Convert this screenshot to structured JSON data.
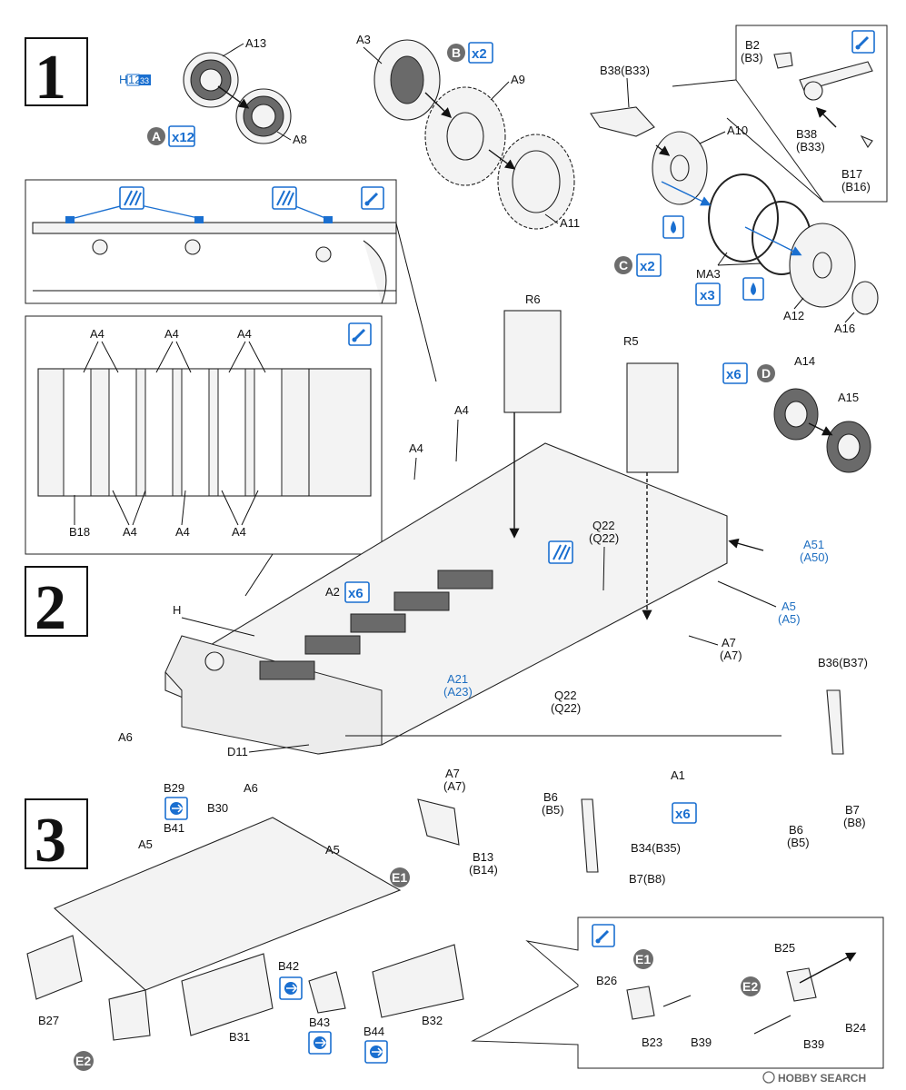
{
  "steps": {
    "s1": "1",
    "s2": "2",
    "s3": "3"
  },
  "labels": {
    "a13": "A13",
    "a8": "A8",
    "a3": "A3",
    "a9": "A9",
    "a11": "A11",
    "b38_b33": "B38(B33)",
    "b2": "B2",
    "b3": "(B3)",
    "b38": "B38",
    "b33": "(B33)",
    "b17": "B17",
    "b16": "(B16)",
    "a10": "A10",
    "ma3": "MA3",
    "a12": "A12",
    "a16": "A16",
    "r6": "R6",
    "r5": "R5",
    "a14": "A14",
    "a15": "A15",
    "a4_top1": "A4",
    "a4_top2": "A4",
    "a4_top3": "A4",
    "a4_bot1": "A4",
    "a4_bot2": "A4",
    "a4_bot3": "A4",
    "b18": "B18",
    "a4_hull1": "A4",
    "a4_hull2": "A4",
    "q22_top": "Q22",
    "q22_top_p": "(Q22)",
    "a51": "A51",
    "a50": "(A50)",
    "a5_blue": "A5",
    "a5_blue_p": "(A5)",
    "a2": "A2",
    "h": "H",
    "a7_r": "A7",
    "a7_r_p": "(A7)",
    "b36_b37": "B36(B37)",
    "a21": "A21",
    "a23": "(A23)",
    "q22_mid": "Q22",
    "q22_mid_p": "(Q22)",
    "a6_top": "A6",
    "d11": "D11",
    "a7_mid": "A7",
    "a7_mid_p": "(A7)",
    "b6_mid": "B6",
    "b5_mid": "(B5)",
    "a1": "A1",
    "b6_r": "B6",
    "b5_r": "(B5)",
    "b7_r": "B7",
    "b8_r": "(B8)",
    "b29": "B29",
    "b30": "B30",
    "a6_mid": "A6",
    "b41": "B41",
    "a5_s3a": "A5",
    "a5_s3b": "A5",
    "e1": "E1",
    "b13": "B13",
    "b14": "(B14)",
    "b34_b35": "B34(B35)",
    "b7_b8": "B7(B8)",
    "b42": "B42",
    "b27": "B27",
    "e2": "E2",
    "b31": "B31",
    "b43": "B43",
    "b44": "B44",
    "b32": "B32",
    "e1_box": "E1",
    "b26": "B26",
    "b23": "B23",
    "b39_a": "B39",
    "b25": "B25",
    "e2_box": "E2",
    "b24": "B24",
    "b39_b": "B39",
    "hull_code_h": "H",
    "hull_code_12": "12",
    "hull_code_33": "33"
  },
  "badges": {
    "circle_a": "A",
    "qty_a": "x12",
    "circle_b": "B",
    "qty_b": "x2",
    "circle_c": "C",
    "qty_c": "x2",
    "qty_ma3": "x3",
    "qty_d": "x6",
    "circle_d": "D",
    "qty_a2": "x6",
    "qty_a1": "x6"
  },
  "watermark": "HOBBY SEARCH",
  "colors": {
    "accent_blue": "#1a6fd0",
    "label_blue": "#1f6fc1",
    "circle_grey": "#6d6d6d"
  },
  "icons": [
    "glue-icon",
    "cement-icon",
    "drip-glue-icon",
    "rotate-icon",
    "hobby-search-logo"
  ]
}
